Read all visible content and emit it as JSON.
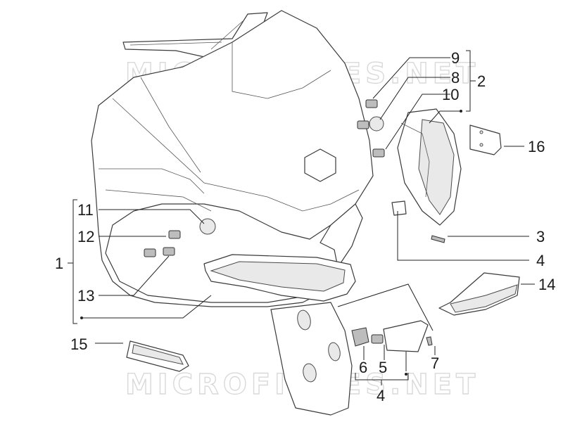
{
  "watermark": {
    "top": "MICROFICHES.NET",
    "bottom": "MICROFICHES.NET"
  },
  "callouts": {
    "c1": "1",
    "c2": "2",
    "c3": "3",
    "c4a": "4",
    "c4b": "4",
    "c5": "5",
    "c6": "6",
    "c7": "7",
    "c8": "8",
    "c9": "9",
    "c10": "10",
    "c11": "11",
    "c12": "12",
    "c13": "13",
    "c14": "14",
    "c15": "15",
    "c16": "16"
  },
  "colors": {
    "line": "#3a3a3a",
    "shade": "#e9e9e9",
    "watermark": "#d9d9d9"
  }
}
